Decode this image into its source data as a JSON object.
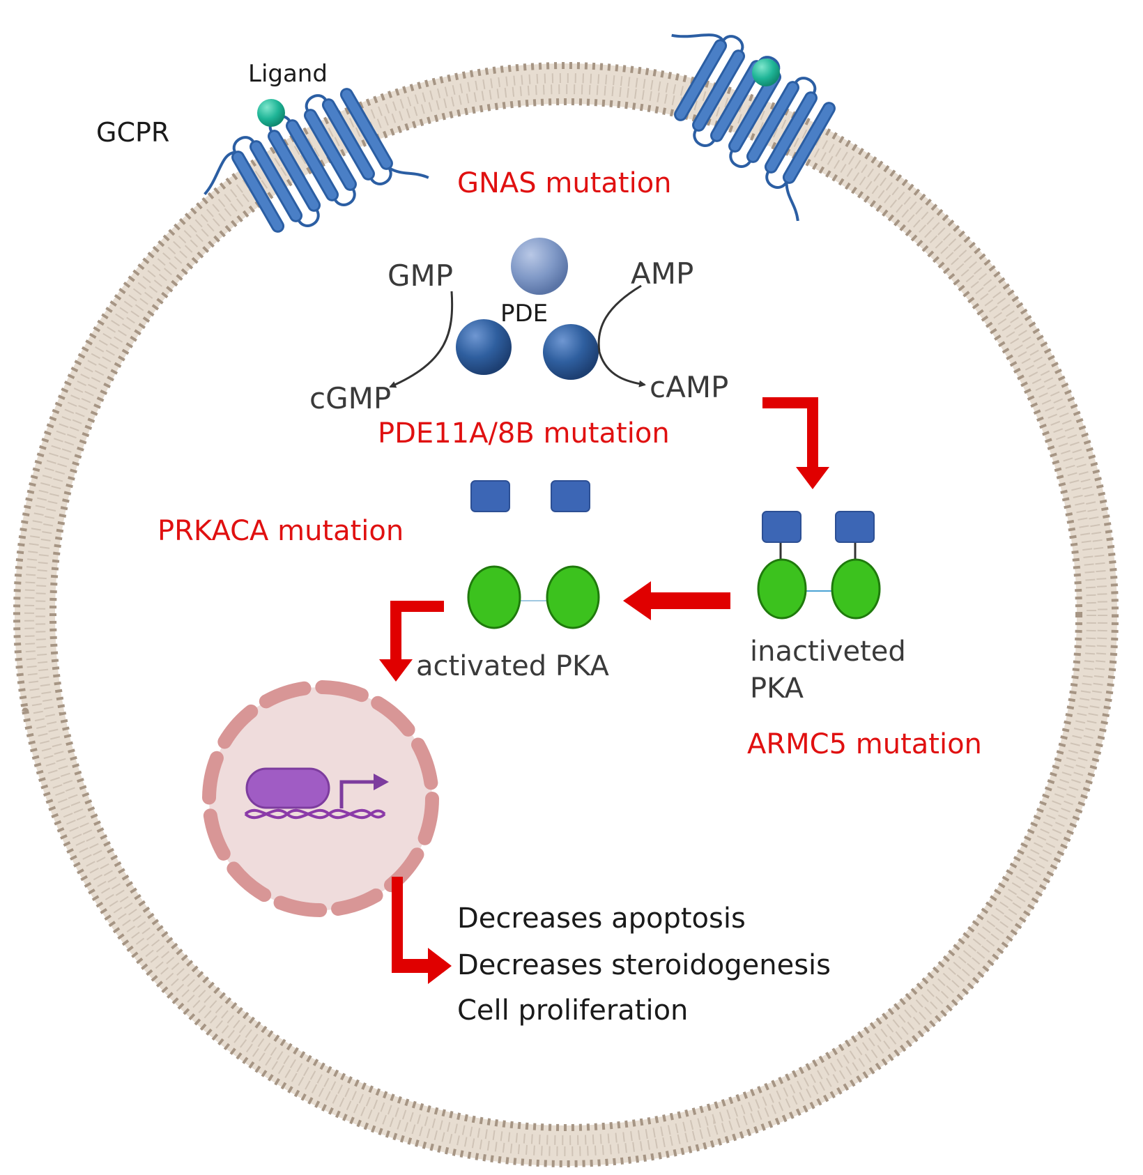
{
  "colors": {
    "membrane": "#b3a493",
    "membrane_dot": "#9c8b78",
    "receptor": "#4a7fc6",
    "receptor_edge": "#2b5ea3",
    "ligand": "#1fb597",
    "pde": "#2e5f9e",
    "pde_light": "#7e97c4",
    "pka_green": "#3cc21e",
    "pka_blue": "#3c66b5",
    "arrow_red": "#e00000",
    "mutation_red": "#e01010",
    "nucleus_fill": "#efdcdc",
    "nucleus_segment": "#d89696",
    "gene_purple": "#a05cc4"
  },
  "labels": {
    "gcpr": "GCPR",
    "ligand": "Ligand",
    "gnas_mutation": "GNAS mutation",
    "gmp": "GMP",
    "amp": "AMP",
    "pde": "PDE",
    "cgmp": "cGMP",
    "camp": "cAMP",
    "pde_mutation": "PDE11A/8B mutation",
    "prkaca_mutation": "PRKACA mutation",
    "activated_pka": "activated PKA",
    "inactivated_pka_line1": "inactiveted",
    "inactivated_pka_line2": "PKA",
    "armc5_mutation": "ARMC5 mutation"
  },
  "outcomes": [
    "Decreases apoptosis",
    "Decreases steroidogenesis",
    "Cell proliferation"
  ],
  "icons": {
    "receptor": "gpcr-receptor-icon",
    "ligand": "ligand-sphere-icon",
    "nucleus": "nucleus-icon",
    "gene": "gene-transcription-icon"
  }
}
